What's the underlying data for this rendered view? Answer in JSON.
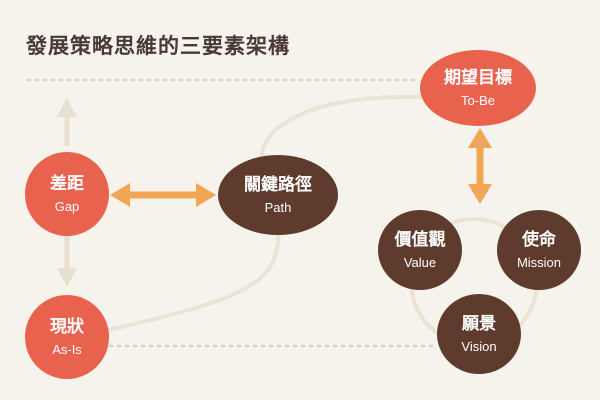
{
  "title": "發展策略思維的三要素架構",
  "colors": {
    "background": "#f6f2ec",
    "red_node": "#e9624e",
    "brown_node": "#5e3b2c",
    "arrow_orange": "#f0a655",
    "arrow_beige": "#e7dfd1",
    "curve": "#ebe3d3",
    "dotted_line": "#ddd0c7"
  },
  "nodes": {
    "to_be": {
      "zh": "期望目標",
      "en": "To-Be"
    },
    "gap": {
      "zh": "差距",
      "en": "Gap"
    },
    "path": {
      "zh": "關鍵路徑",
      "en": "Path"
    },
    "as_is": {
      "zh": "現狀",
      "en": "As-Is"
    },
    "value": {
      "zh": "價值觀",
      "en": "Value"
    },
    "mission": {
      "zh": "使命",
      "en": "Mission"
    },
    "vision": {
      "zh": "願景",
      "en": "Vision"
    }
  }
}
